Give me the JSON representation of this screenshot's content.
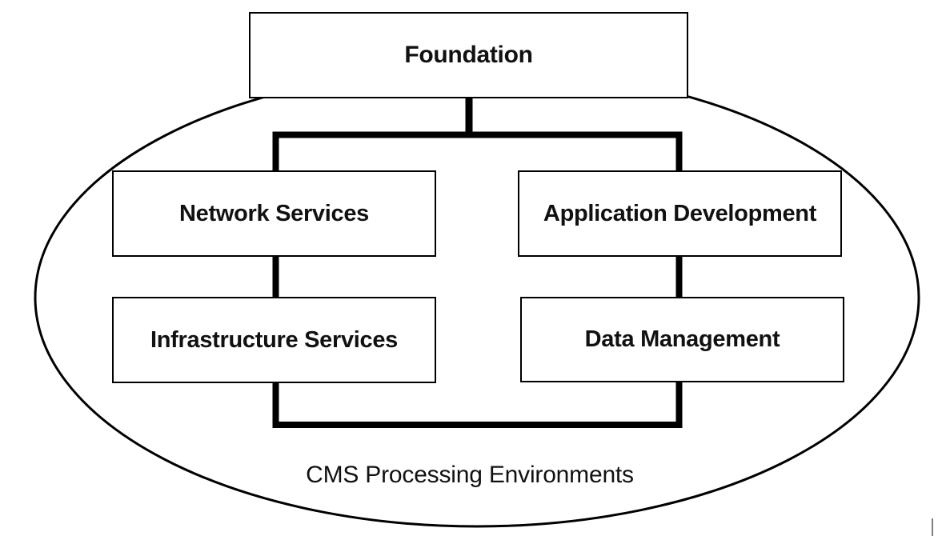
{
  "diagram": {
    "type": "block-diagram",
    "foundation": {
      "label": "Foundation"
    },
    "boxes": [
      {
        "label": "Network Services"
      },
      {
        "label": "Application Development"
      },
      {
        "label": "Infrastructure Services"
      },
      {
        "label": "Data Management"
      }
    ],
    "caption": "CMS Processing Environments",
    "colors": {
      "line": "#000000",
      "text": "#111111",
      "background": "#ffffff",
      "artifact": "#808080"
    }
  }
}
